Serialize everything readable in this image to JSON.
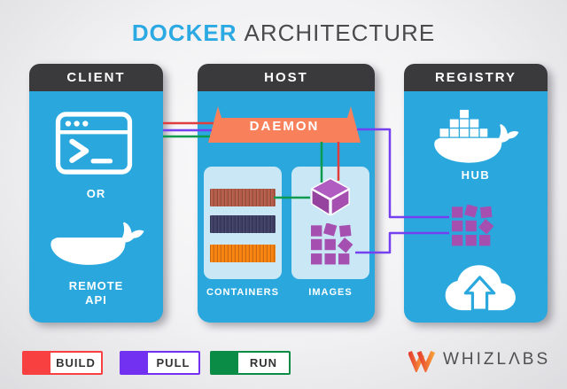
{
  "title": {
    "highlight": "DOCKER",
    "rest": "ARCHITECTURE"
  },
  "client": {
    "header": "CLIENT",
    "or_label": "OR",
    "remote_line1": "REMOTE",
    "remote_line2": "API"
  },
  "host": {
    "header": "HOST",
    "daemon_label": "DAEMON",
    "containers_label": "CONTAINERS",
    "images_label": "IMAGES"
  },
  "registry": {
    "header": "REGISTRY",
    "hub_label": "HUB"
  },
  "legend": {
    "items": [
      {
        "label": "BUILD",
        "color": "#f84040"
      },
      {
        "label": "PULL",
        "color": "#7230f0"
      },
      {
        "label": "RUN",
        "color": "#0b8c46"
      }
    ]
  },
  "brand": {
    "name": "WHIZLΛBS"
  },
  "icons": {
    "client_terminal": "terminal-window-icon",
    "client_whale": "docker-whale-icon",
    "host_containers": "striped-container-bars",
    "host_cube": "image-cube-icon",
    "host_grid": "image-squares-grid-icon",
    "registry_whale": "docker-hub-whale-icon",
    "registry_grid": "image-squares-grid-icon",
    "registry_cloud": "cloud-upload-icon"
  },
  "colors": {
    "panel_blue": "#2aa8de",
    "panel_header_dark": "#3a3a3c",
    "subpanel_light_blue": "#cae7f6",
    "daemon_orange": "#f8815c",
    "purple_icon": "#a54fb0",
    "container_bar_red": "#b55c49",
    "container_bar_navy": "#3f3f66",
    "container_bar_orange": "#f8820e",
    "line_build_red": "#e03e3e",
    "line_pull_purple": "#7440f0",
    "line_run_green": "#0c9b4e",
    "title_blue": "#2aa9e2"
  },
  "connections": [
    {
      "from": "client",
      "to": "daemon",
      "lines": [
        "build",
        "pull",
        "run"
      ]
    },
    {
      "from": "daemon",
      "to": "host-images",
      "lines": [
        "run",
        "build"
      ]
    },
    {
      "from": "host-containers",
      "to": "host-images",
      "lines": [
        "run"
      ]
    },
    {
      "from": "daemon",
      "to": "registry-images",
      "lines": [
        "pull"
      ]
    },
    {
      "from": "host-images",
      "to": "registry-images",
      "lines": [
        "pull"
      ]
    }
  ]
}
